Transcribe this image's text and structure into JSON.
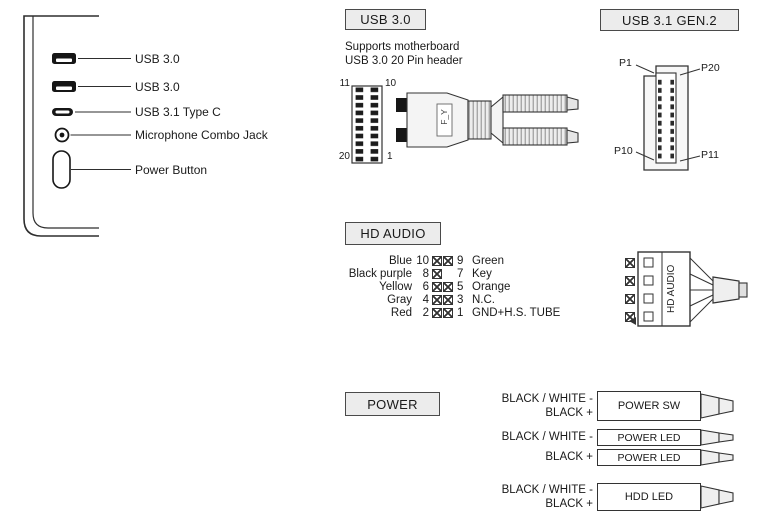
{
  "front_panel": {
    "labels": [
      "USB 3.0",
      "USB 3.0",
      "USB 3.1 Type C",
      "Microphone Combo Jack",
      "Power Button"
    ]
  },
  "usb30": {
    "title": "USB 3.0",
    "desc_line1": "Supports motherboard",
    "desc_line2": "USB 3.0 20 Pin header",
    "pin_top_left": "11",
    "pin_top_right": "10",
    "pin_bottom_left": "20",
    "pin_bottom_right": "1",
    "connector_marking": "F_Y"
  },
  "usb31": {
    "title": "USB 3.1 GEN.2",
    "pin_top_left": "P1",
    "pin_top_right": "P20",
    "pin_bottom_left": "P10",
    "pin_bottom_right": "P11"
  },
  "hd_audio": {
    "title": "HD AUDIO",
    "connector_label": "HD AUDIO",
    "rows": [
      {
        "left_name": "Blue",
        "left_pin": "10",
        "right_pin": "9",
        "right_name": "Green"
      },
      {
        "left_name": "Black purple",
        "left_pin": "8",
        "right_pin": "7",
        "right_name": "Key"
      },
      {
        "left_name": "Yellow",
        "left_pin": "6",
        "right_pin": "5",
        "right_name": "Orange"
      },
      {
        "left_name": "Gray",
        "left_pin": "4",
        "right_pin": "3",
        "right_name": "N.C."
      },
      {
        "left_name": "Red",
        "left_pin": "2",
        "right_pin": "1",
        "right_name": "GND+H.S. TUBE"
      }
    ]
  },
  "power": {
    "title": "POWER",
    "connectors": [
      {
        "wires": [
          "BLACK / WHITE -",
          "BLACK +"
        ],
        "label": "POWER SW"
      },
      {
        "wires": [
          "BLACK / WHITE -"
        ],
        "label": "POWER LED"
      },
      {
        "wires": [
          "BLACK +"
        ],
        "label": "POWER LED"
      },
      {
        "wires": [
          "BLACK / WHITE -",
          "BLACK +"
        ],
        "label": "HDD LED"
      }
    ]
  }
}
